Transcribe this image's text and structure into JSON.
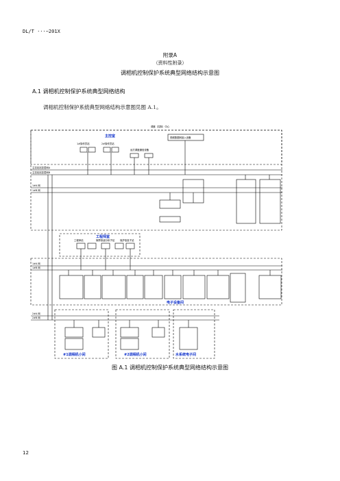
{
  "header": {
    "standard": "DL/T ···−201X"
  },
  "appendix": {
    "title": "附录A",
    "nature": "（资料性附录）",
    "name": "调相机控制保护系统典型网络结构示意图"
  },
  "section": {
    "heading": "A.1 调相机控制保护系统典型网络结构",
    "paragraph": "调相机控制保护系统典型网络结构示意图见图 A.1。"
  },
  "figure": {
    "caption": "图 A.1  调相机控制保护系统典型网络结构示意图",
    "dispatch_center": "调度（控制）中心",
    "video_access": "视频数据网接入设备",
    "main_control_room": "主控室",
    "op_station_1": "1#操作员站",
    "op_station_2": "2#操作员站",
    "remote_dispatch": "远方调度通信设备",
    "net_a": "主控站站控层网A",
    "net_b": "主控站站控层网B",
    "engineer_room": "工程师室",
    "engineer_station": "工程师站",
    "fault_station": "故障录波分析子站",
    "protection_station": "保护信息子站",
    "electronic_room": "电子设备间",
    "unit1_room": "#1调相机小间",
    "unit2_room": "#2调相机小间",
    "water_room": "水系统电子间",
    "tr_a": "1#A 网",
    "tr_b": "1#B 网",
    "l3_a": "2#A 网",
    "l3_b": "2#B 网"
  },
  "page": {
    "number": "12"
  }
}
